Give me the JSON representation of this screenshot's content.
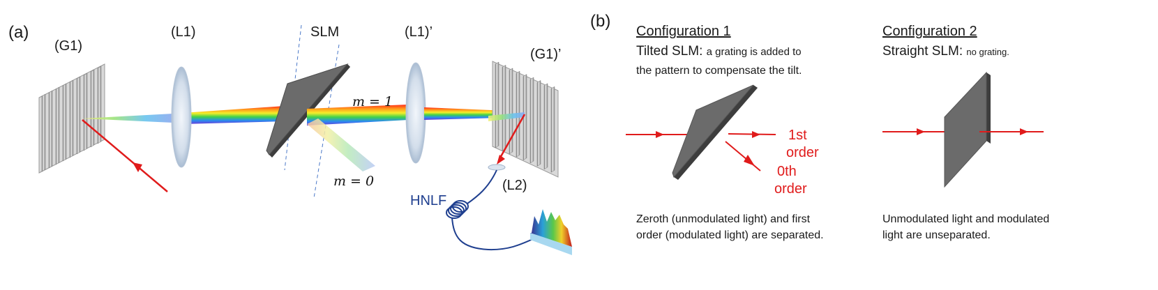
{
  "panel_a": {
    "label": "(a)",
    "grating1": "(G1)",
    "lens1": "(L1)",
    "slm": "SLM",
    "lens1_prime": "(L1)’",
    "grating1_prime": "(G1)’",
    "lens2": "(L2)",
    "fiber": "HNLF",
    "order_m1": "m = 1",
    "order_m0": "m = 0"
  },
  "panel_b": {
    "label": "(b)",
    "config1": {
      "title": "Configuration 1",
      "heading": "Tilted SLM:",
      "heading_detail": "a grating is added to",
      "heading_line2": "the pattern to compensate the tilt.",
      "first_order_line1": "1st",
      "first_order_line2": "order",
      "zeroth_order_line1": "0th",
      "zeroth_order_line2": "order",
      "caption_line1": "Zeroth (unmodulated light) and first",
      "caption_line2": "order (modulated light) are separated."
    },
    "config2": {
      "title": "Configuration 2",
      "heading": "Straight SLM:",
      "heading_detail": "no grating.",
      "caption_line1": "Unmodulated light and modulated",
      "caption_line2": "light are unseparated."
    }
  },
  "colors": {
    "beam": "#e01b1b",
    "fiber": "#1f3f8f",
    "slm_face": "#6b6b6b",
    "lens": "#c9d6e6"
  }
}
